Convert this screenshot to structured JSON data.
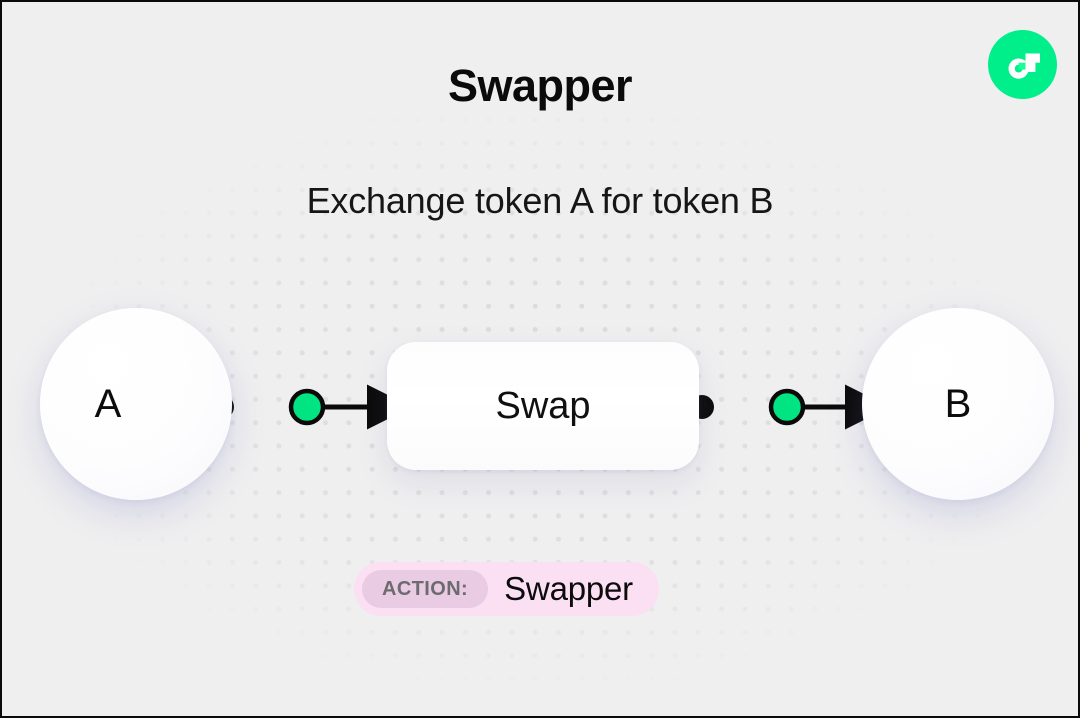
{
  "page": {
    "title": "Swapper",
    "subtitle": "Exchange token A for token B",
    "background_color": "#efeff0",
    "accent_color": "#00e581"
  },
  "brand": {
    "logo_name": "flow-logo",
    "logo_circle_color": "#00ef8b",
    "logo_mark_color": "#ffffff",
    "logo_inner_square_color": "#16ff99"
  },
  "diagram": {
    "type": "flow",
    "nodes": [
      {
        "id": "a",
        "label": "A",
        "shape": "circle"
      },
      {
        "id": "swap",
        "label": "Swap",
        "shape": "rounded-rect"
      },
      {
        "id": "b",
        "label": "B",
        "shape": "circle"
      }
    ],
    "edges": [
      {
        "from": "a",
        "to": "swap",
        "handle_color": "#00e581",
        "line_color": "#0a0a0a"
      },
      {
        "from": "swap",
        "to": "b",
        "handle_color": "#00e581",
        "line_color": "#0a0a0a"
      }
    ]
  },
  "action_badge": {
    "key": "ACTION:",
    "value": "Swapper",
    "pill_color": "#fbdff3",
    "key_pill_color": "#e9cce3",
    "key_text_color": "#6d6b70"
  }
}
